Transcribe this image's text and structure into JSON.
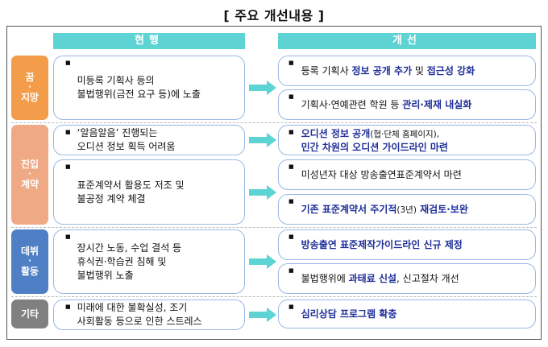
{
  "title": "[ 주요 개선내용 ]",
  "headers": {
    "current": "현행",
    "improvement": "개선"
  },
  "colors": {
    "header": "#5ed3d3",
    "dream": "#f39c4a",
    "entry": "#f0a985",
    "debut": "#4f7fc5",
    "etc": "#808080",
    "highlight": "#1f2f98",
    "border": "#9ab8e4"
  },
  "categories": [
    {
      "id": "dream",
      "line1": "꿈",
      "dot": "·",
      "line2": "지망"
    },
    {
      "id": "entry",
      "line1": "진입",
      "dot": "·",
      "line2": "계약"
    },
    {
      "id": "debut",
      "line1": "데뷔",
      "dot": "·",
      "line2": "활동"
    },
    {
      "id": "etc",
      "line1": "기타"
    }
  ],
  "current": [
    {
      "bullet": "■",
      "text": "미등록 기획사 등의\n불법행위(금전 요구 등)에 노출"
    },
    {
      "bullet": "■",
      "text": "‘알음알음’ 진행되는\n오디션 정보 획득 어려움"
    },
    {
      "bullet": "■",
      "text": "표준계약서 활용도 저조 및\n불공정 계약 체결"
    },
    {
      "bullet": "■",
      "text": "장시간 노동, 수업 결석 등\n휴식권·학습권 침해 및\n불법행위 노출"
    },
    {
      "bullet": "■",
      "text": "미래에 대한 불확실성, 조기\n사회활동 등으로 인한 스트레스"
    }
  ],
  "improvements": [
    {
      "bullet": "■",
      "a": "등록 기획사 ",
      "b": "정보 공개 추가",
      "c": " 및 ",
      "d": "접근성 강화"
    },
    {
      "bullet": "■",
      "a": "기획사·연예관련 학원 등 ",
      "b": "관리·제재 내실화"
    },
    {
      "bullet": "■",
      "b": "오디션 정보 공개",
      "a": "(협·단체 홈페이지),",
      "d": "민간 차원의 오디션 가이드라인 마련"
    },
    {
      "bullet": "■",
      "a": "미성년자 대상 방송출연표준계약서 마련"
    },
    {
      "bullet": "■",
      "b": "기존 표준계약서 주기적",
      "a": "(3년)",
      "d": " 재검토·보완"
    },
    {
      "bullet": "■",
      "b": "방송출연 표준제작가이드라인 신규 제정"
    },
    {
      "bullet": "■",
      "a": "불법행위에 ",
      "b": "과태료 신설",
      "c": ", 신고절차 개선"
    },
    {
      "bullet": "■",
      "b": "심리상담 프로그램 확충"
    }
  ]
}
